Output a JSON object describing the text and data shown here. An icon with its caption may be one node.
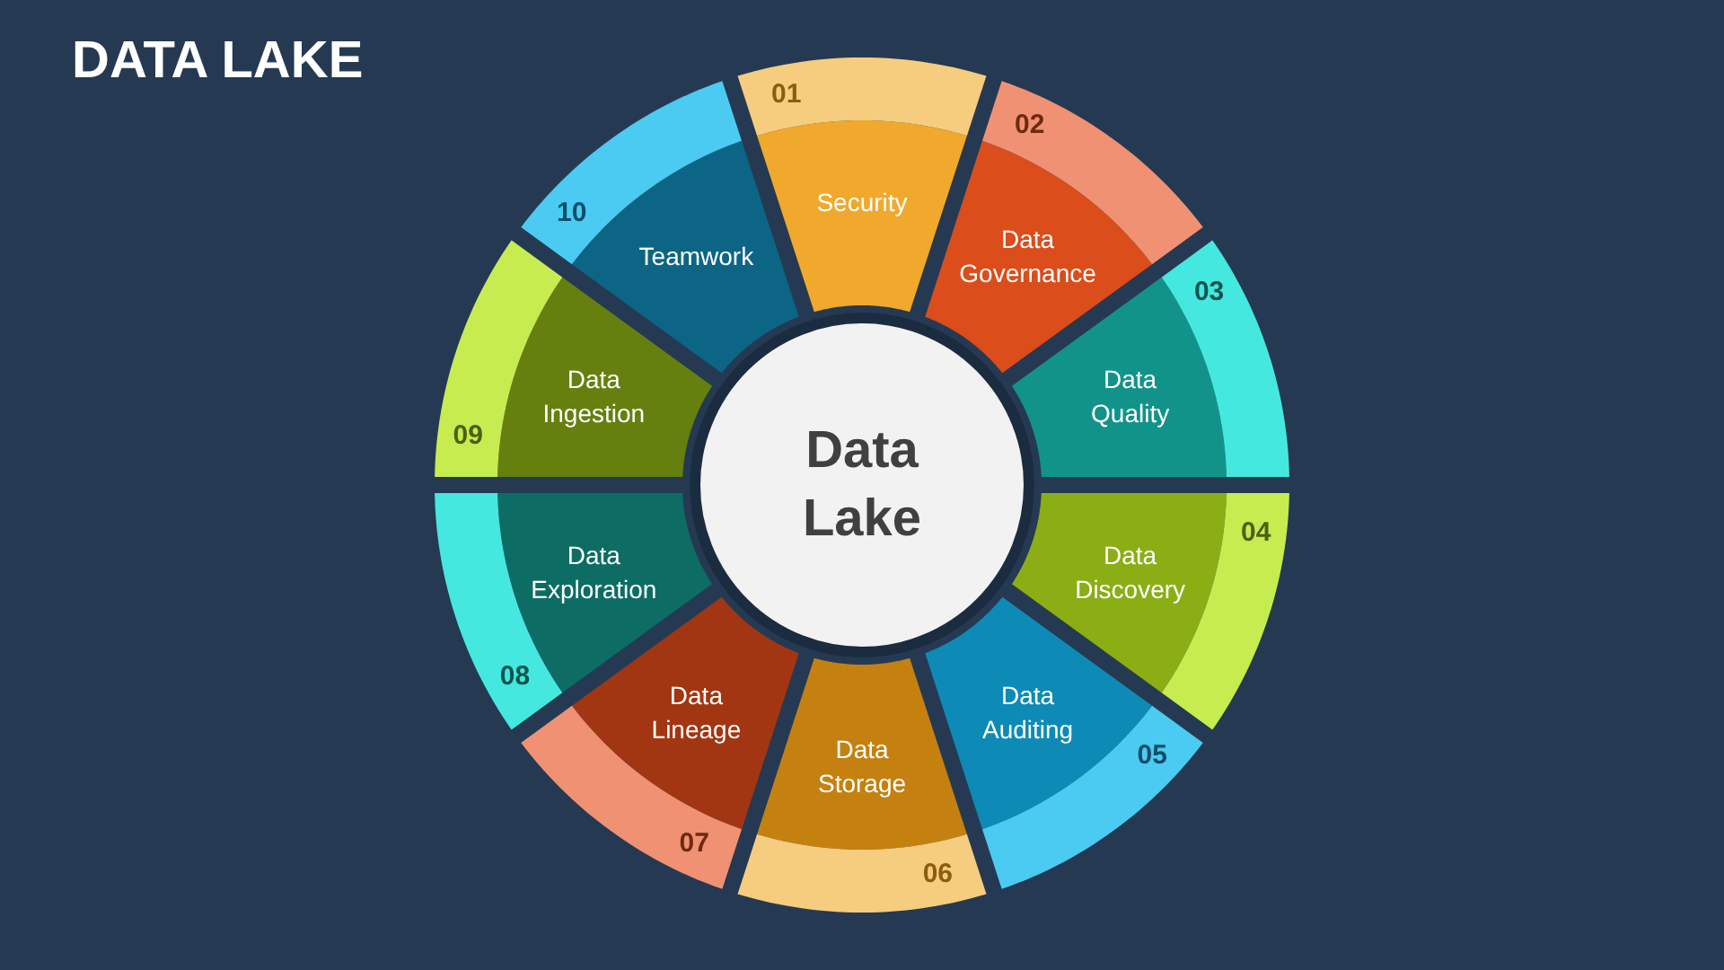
{
  "diagram": {
    "title": "DATA LAKE",
    "nodes": [
      {
        "text": [
          "Data Lake"
        ]
      },
      {
        "text": [
          "01",
          "Security"
        ]
      },
      {
        "text": [
          "02",
          "Data Governance"
        ]
      },
      {
        "text": [
          "03",
          "Data Quality"
        ]
      },
      {
        "text": [
          "04",
          "Data Discovery"
        ]
      },
      {
        "text": [
          "Data Auditing",
          "05"
        ]
      },
      {
        "text": [
          "Data Storage",
          "06"
        ]
      },
      {
        "text": [
          "Data Lineage",
          "07"
        ]
      },
      {
        "text": [
          "Data Exploration",
          "08"
        ]
      },
      {
        "text": [
          "Data Ingestion",
          "09"
        ]
      },
      {
        "text": [
          "10",
          "Teamwork"
        ]
      }
    ]
  }
}
